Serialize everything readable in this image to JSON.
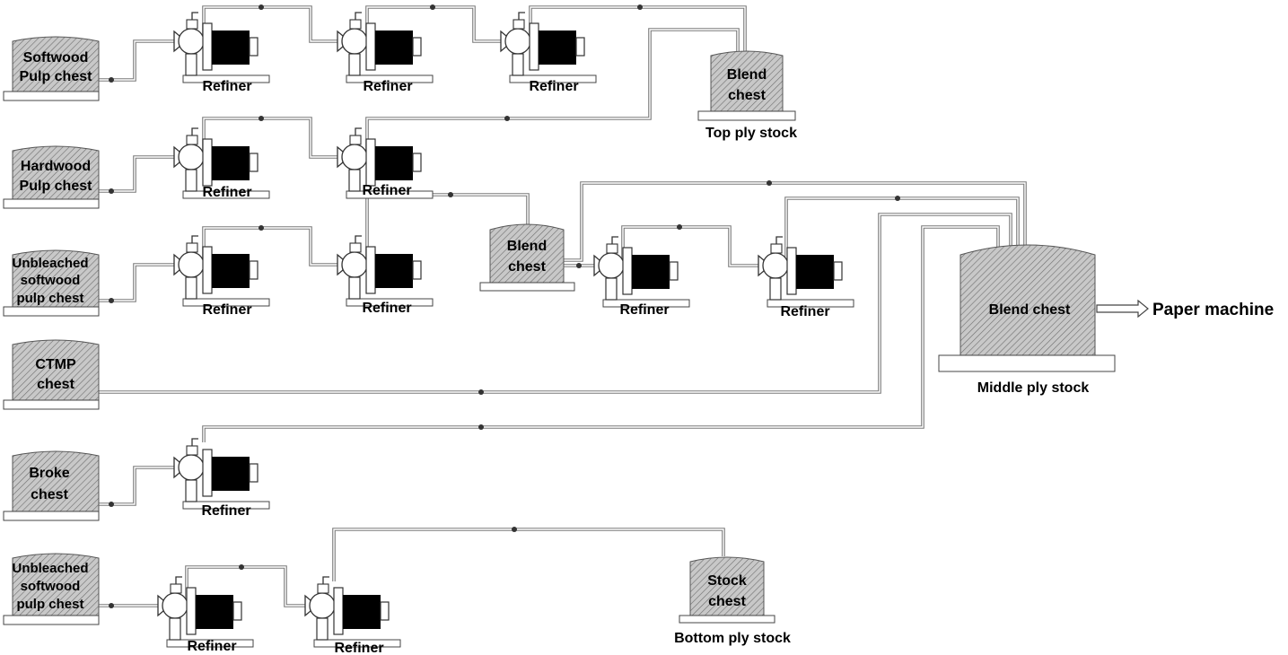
{
  "chests": {
    "softwood": [
      "Softwood",
      "Pulp chest"
    ],
    "hardwood": [
      "Hardwood",
      "Pulp chest"
    ],
    "unbleached_a": [
      "Unbleached",
      "softwood",
      "pulp chest"
    ],
    "ctmp": [
      "CTMP",
      "chest"
    ],
    "broke": [
      "Broke",
      "chest"
    ],
    "unbleached_b": [
      "Unbleached",
      "softwood",
      "pulp chest"
    ],
    "blend_top": [
      "Blend",
      "chest"
    ],
    "blend_mid_small": [
      "Blend",
      "chest"
    ],
    "blend_main": [
      "Blend chest"
    ],
    "stock_bottom": [
      "Stock",
      "chest"
    ]
  },
  "refiner_label": "Refiner",
  "stock_labels": {
    "top": "Top ply stock",
    "middle": "Middle ply stock",
    "bottom": "Bottom ply stock"
  },
  "output_label": "Paper machine",
  "colors": {
    "line": "#7a7a7a",
    "tank_fill": "#bdbdbd",
    "hatch": "#6e6e6e",
    "motor": "#000000"
  }
}
